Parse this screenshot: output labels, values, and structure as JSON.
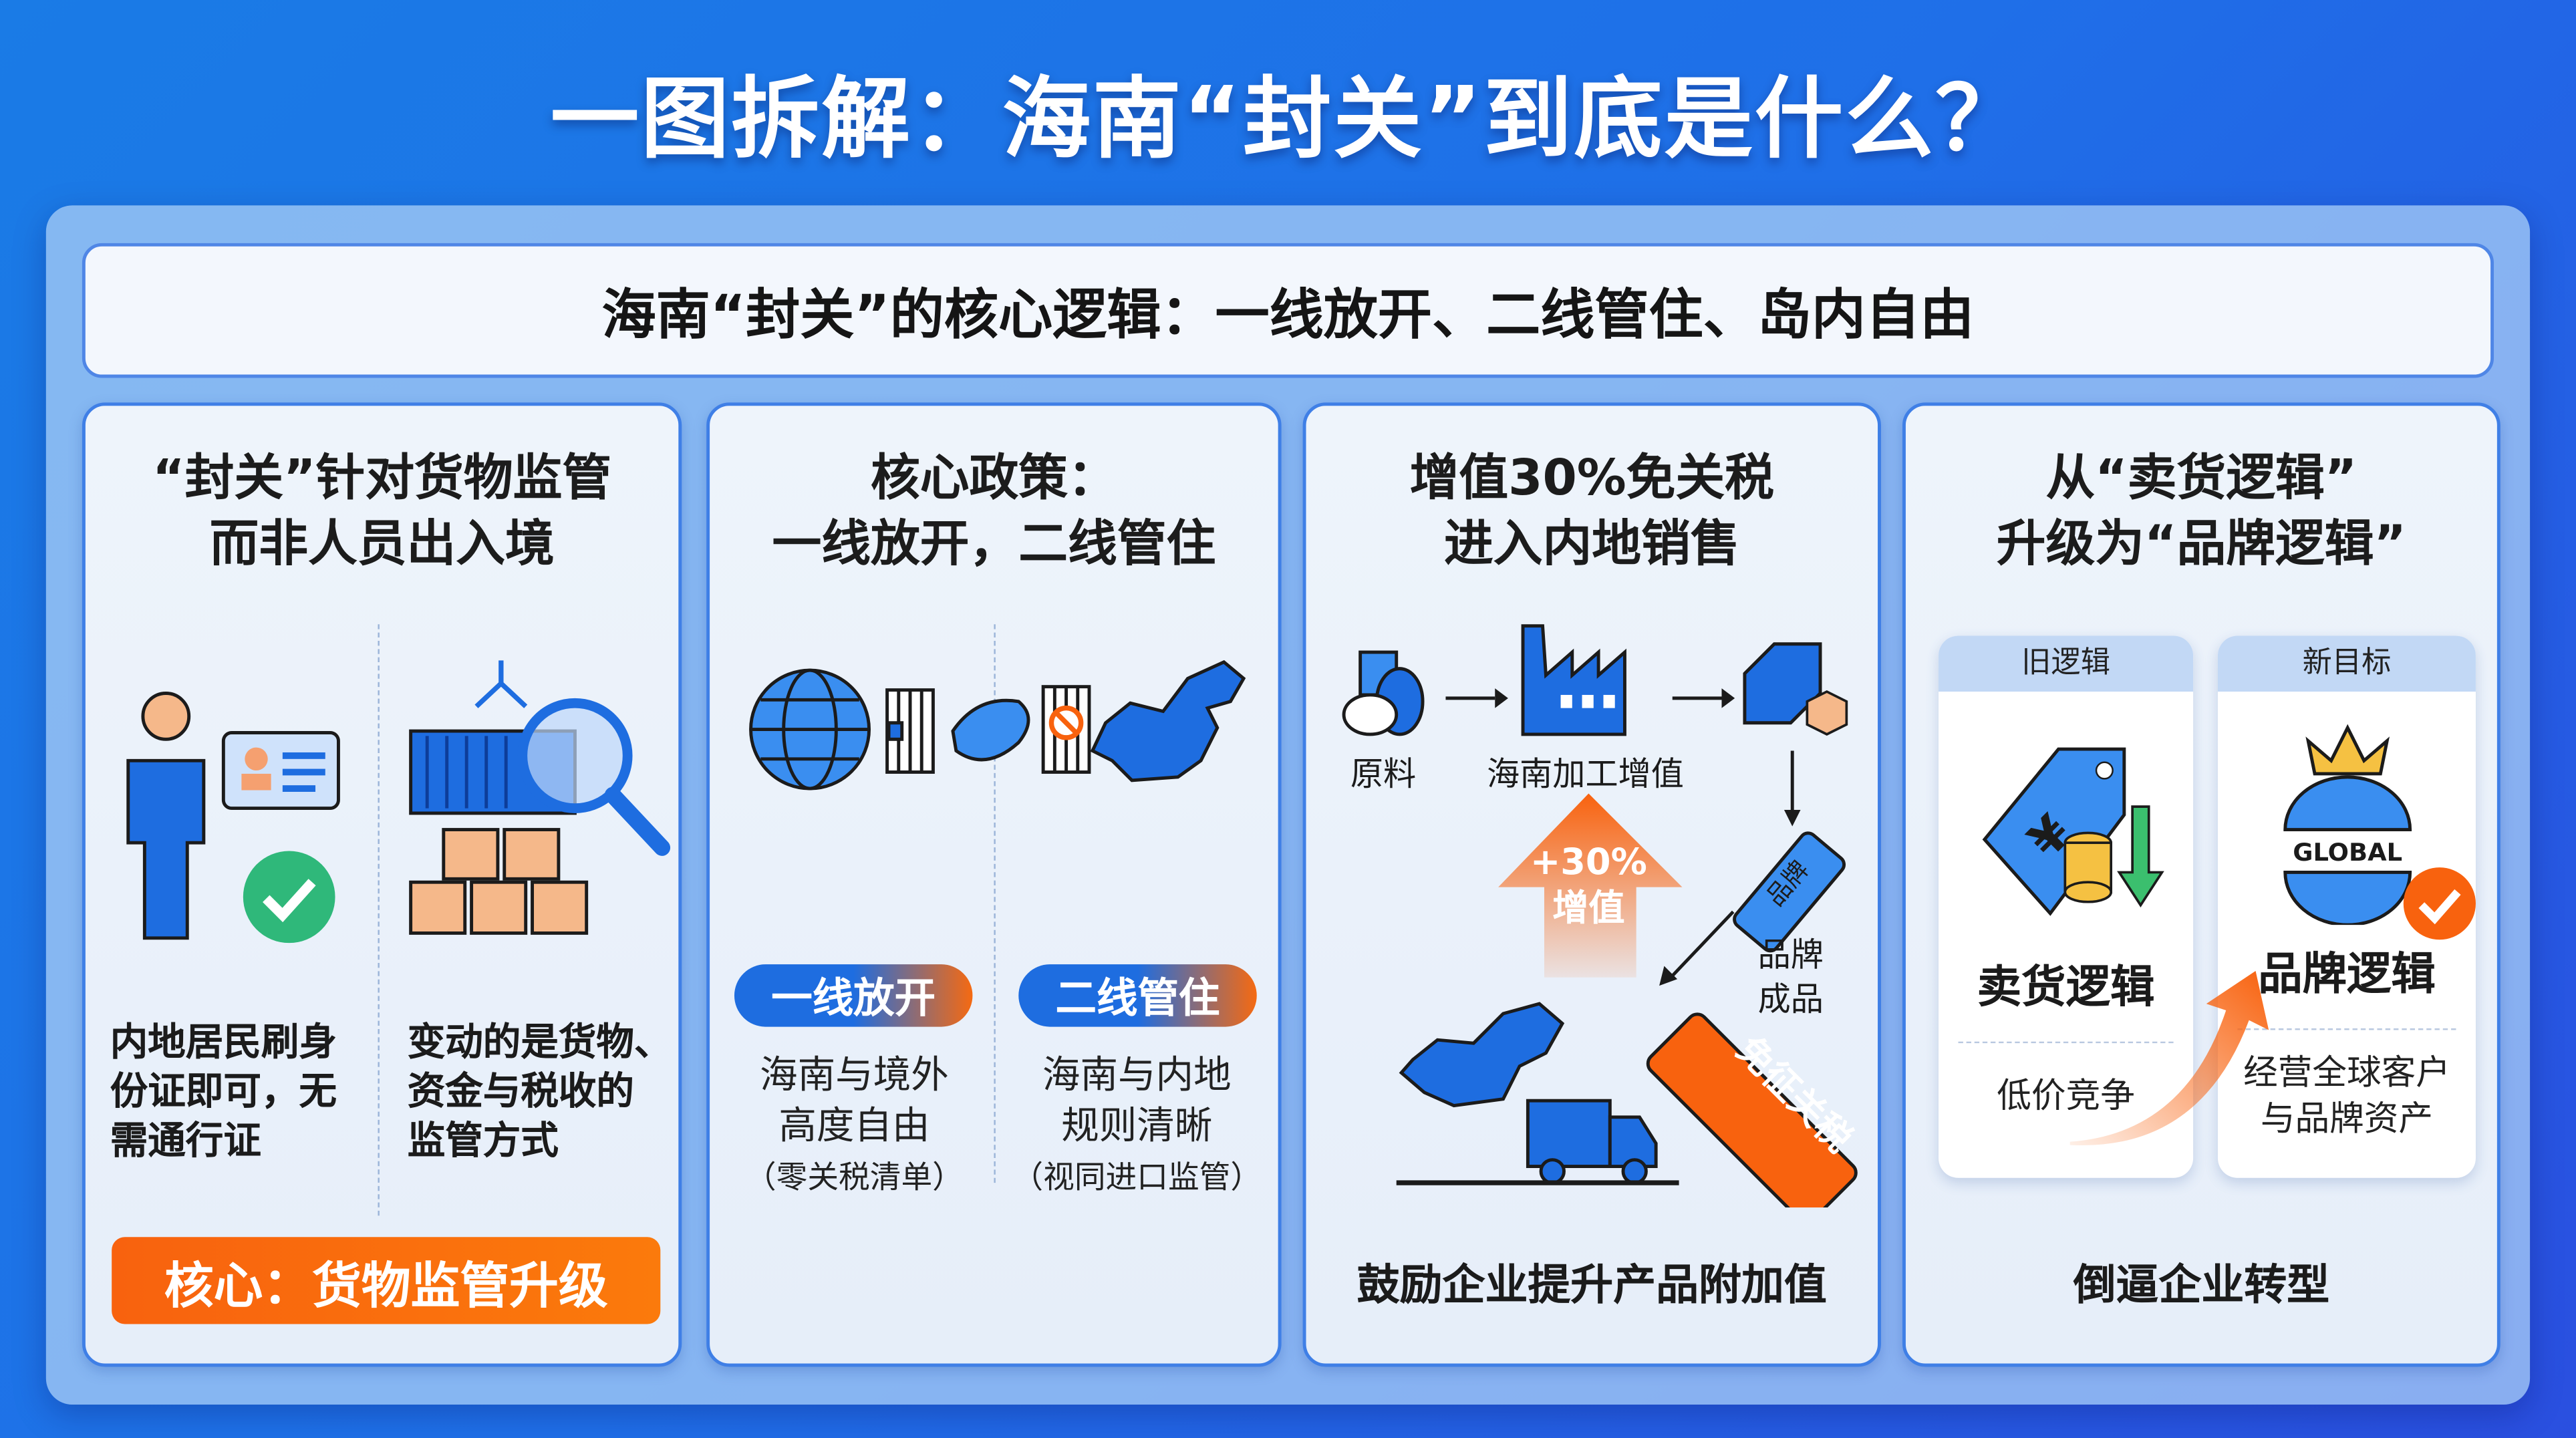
{
  "title": "一图拆解：海南“封关”到底是什么？",
  "header": "海南“封关”的核心逻辑：一线放开、二线管住、岛内自由",
  "colors": {
    "primary_blue": "#1e6de0",
    "accent_orange": "#f8620e",
    "check_green": "#2fb87a"
  },
  "cards": [
    {
      "title": [
        "“封关”针对货物监管",
        "而非人员出入境"
      ],
      "left_text": [
        "内地居民刷身",
        "份证即可，无",
        "需通行证"
      ],
      "right_text": [
        "变动的是货物、",
        "资金与税收的",
        "监管方式"
      ],
      "button": "核心：货物监管升级",
      "icons": [
        "person-id-card-icon",
        "check-icon",
        "container-magnifier-icon"
      ]
    },
    {
      "title": [
        "核心政策：",
        "一线放开，二线管住"
      ],
      "icons": [
        "globe-icon",
        "gate-icon",
        "hainan-island-icon",
        "gate-blocked-icon",
        "china-map-icon"
      ],
      "pill_left": "一线放开",
      "pill_right": "二线管住",
      "left_text": [
        "海南与境外",
        "高度自由",
        "（零关税清单）"
      ],
      "right_text": [
        "海南与内地",
        "规则清晰",
        "（视同进口监管）"
      ]
    },
    {
      "title": [
        "增值30%免关税",
        "进入内地销售"
      ],
      "flow": [
        "原料",
        "海南加工增值"
      ],
      "arrow_text": [
        "+30%",
        "增值"
      ],
      "brand_tag": "品牌",
      "product_label": [
        "品牌",
        "成品"
      ],
      "tax_tag": "免征关税",
      "bottom": "鼓励企业提升产品附加值"
    },
    {
      "title": [
        "从“卖货逻辑”",
        "升级为“品牌逻辑”"
      ],
      "old": {
        "header": "旧逻辑",
        "main": "卖货逻辑",
        "desc": [
          "低价竞争"
        ]
      },
      "new": {
        "header": "新目标",
        "globe_text": "GLOBAL",
        "main": "品牌逻辑",
        "desc": [
          "经营全球客户",
          "与品牌资产"
        ]
      },
      "bottom": "倒逼企业转型"
    }
  ]
}
